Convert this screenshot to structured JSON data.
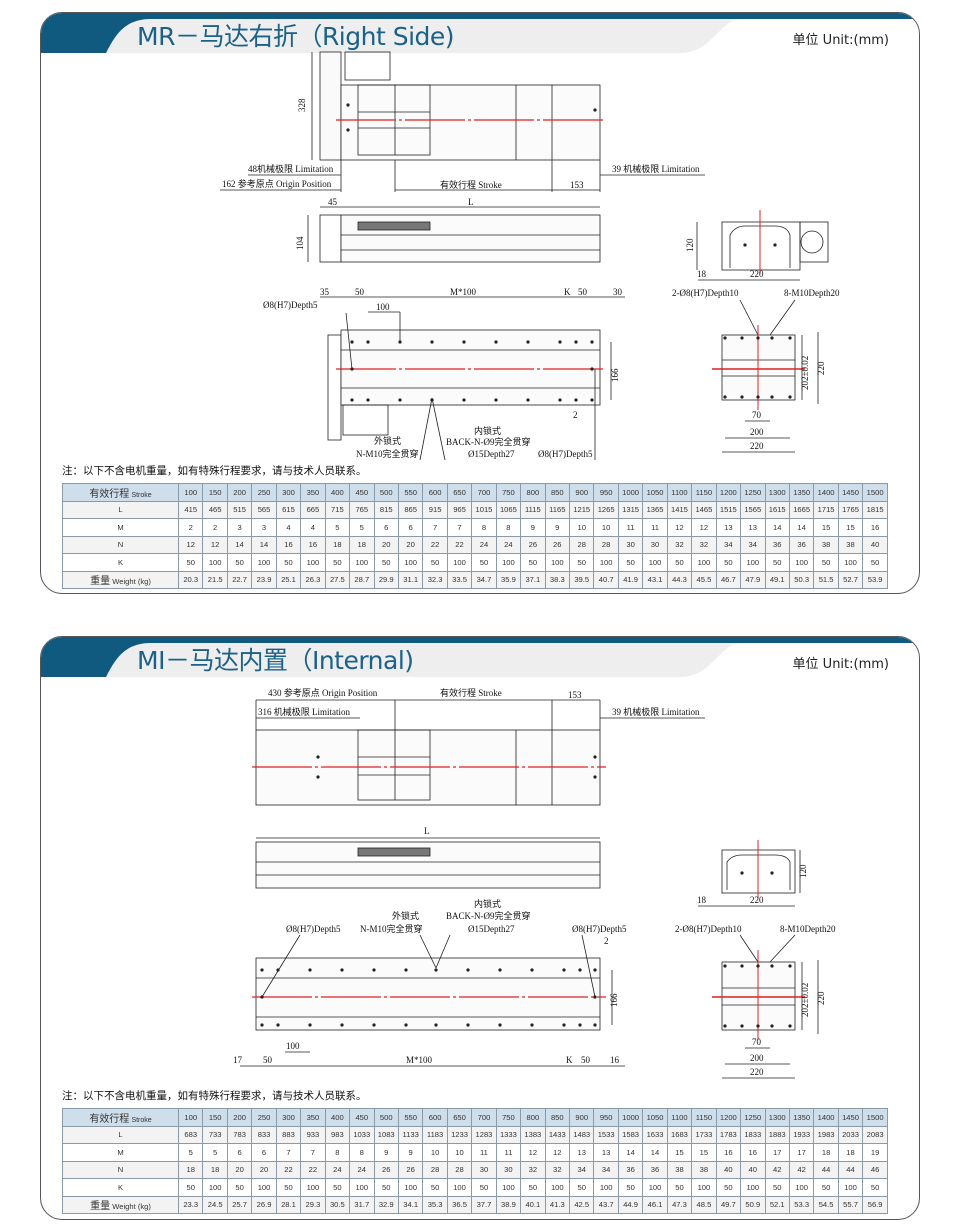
{
  "sections": [
    {
      "title": "MR－马达右折（Right Side)",
      "unit": "单位 Unit:(mm)",
      "labels": {
        "dim_328": "328",
        "limit_left": "48机械极限 Limitation",
        "origin": "162 参考原点 Origin Position",
        "stroke": "有效行程 Stroke",
        "dim_153": "153",
        "limit_right": "39 机械极限 Limitation",
        "dim_45": "45",
        "dim_L": "L",
        "dim_104": "104",
        "dim_35": "35",
        "dim_50a": "50",
        "dim_m100": "M*100",
        "dim_K": "K",
        "dim_50b": "50",
        "dim_30": "30",
        "dim_100": "100",
        "pin_left": "Ø8(H7)Depth5",
        "dim_166": "166",
        "dim_2": "2",
        "outer_lock": "外锁式",
        "outer_lock_spec": "N-M10完全贯穿",
        "inner_lock": "内锁式",
        "inner_lock_spec": "BACK-N-Ø9完全贯穿",
        "counterbore": "Ø15Depth27",
        "pin_right": "Ø8(H7)Depth5",
        "end_120": "120",
        "end_18": "18",
        "end_220": "220",
        "pin_holes": "2-Ø8(H7)Depth10",
        "tap_holes": "8-M10Depth20",
        "v_202": "202±0.02",
        "v_220": "220",
        "b_70": "70",
        "b_200": "200",
        "b_220": "220"
      },
      "note": "注：以下不含电机重量，如有特殊行程要求，请与技术人员联系。",
      "table": {
        "header_cn": "有效行程",
        "header_en": "Stroke",
        "strokes": [
          "100",
          "150",
          "200",
          "250",
          "300",
          "350",
          "400",
          "450",
          "500",
          "550",
          "600",
          "650",
          "700",
          "750",
          "800",
          "850",
          "900",
          "950",
          "1000",
          "1050",
          "1100",
          "1150",
          "1200",
          "1250",
          "1300",
          "1350",
          "1400",
          "1450",
          "1500"
        ],
        "rows": [
          {
            "label": "L",
            "values": [
              "415",
              "465",
              "515",
              "565",
              "615",
              "665",
              "715",
              "765",
              "815",
              "865",
              "915",
              "965",
              "1015",
              "1065",
              "1115",
              "1165",
              "1215",
              "1265",
              "1315",
              "1365",
              "1415",
              "1465",
              "1515",
              "1565",
              "1615",
              "1665",
              "1715",
              "1765",
              "1815"
            ]
          },
          {
            "label": "M",
            "values": [
              "2",
              "2",
              "3",
              "3",
              "4",
              "4",
              "5",
              "5",
              "6",
              "6",
              "7",
              "7",
              "8",
              "8",
              "9",
              "9",
              "10",
              "10",
              "11",
              "11",
              "12",
              "12",
              "13",
              "13",
              "14",
              "14",
              "15",
              "15",
              "16"
            ]
          },
          {
            "label": "N",
            "values": [
              "12",
              "12",
              "14",
              "14",
              "16",
              "16",
              "18",
              "18",
              "20",
              "20",
              "22",
              "22",
              "24",
              "24",
              "26",
              "26",
              "28",
              "28",
              "30",
              "30",
              "32",
              "32",
              "34",
              "34",
              "36",
              "36",
              "38",
              "38",
              "40"
            ]
          },
          {
            "label": "K",
            "values": [
              "50",
              "100",
              "50",
              "100",
              "50",
              "100",
              "50",
              "100",
              "50",
              "100",
              "50",
              "100",
              "50",
              "100",
              "50",
              "100",
              "50",
              "100",
              "50",
              "100",
              "50",
              "100",
              "50",
              "100",
              "50",
              "100",
              "50",
              "100",
              "50"
            ]
          },
          {
            "label_cn": "重量",
            "label": "Weight  (kg)",
            "values": [
              "20.3",
              "21.5",
              "22.7",
              "23.9",
              "25.1",
              "26.3",
              "27.5",
              "28.7",
              "29.9",
              "31.1",
              "32.3",
              "33.5",
              "34.7",
              "35.9",
              "37.1",
              "38.3",
              "39.5",
              "40.7",
              "41.9",
              "43.1",
              "44.3",
              "45.5",
              "46.7",
              "47.9",
              "49.1",
              "50.3",
              "51.5",
              "52.7",
              "53.9"
            ]
          }
        ]
      }
    },
    {
      "title": "MI－马达内置（Internal)",
      "unit": "单位 Unit:(mm)",
      "labels": {
        "origin": "430 参考原点 Origin Position",
        "stroke": "有效行程 Stroke",
        "dim_153": "153",
        "limit_left": "316 机械极限 Limitation",
        "limit_right": "39 机械极限 Limitation",
        "dim_L": "L",
        "end_120": "120",
        "end_18": "18",
        "end_220": "220",
        "outer_lock": "外锁式",
        "outer_lock_spec": "N-M10完全贯穿",
        "inner_lock": "内锁式",
        "inner_lock_spec": "BACK-N-Ø9完全贯穿",
        "counterbore": "Ø15Depth27",
        "pin_left": "Ø8(H7)Depth5",
        "pin_right": "Ø8(H7)Depth5",
        "dim_2": "2",
        "dim_166": "166",
        "dim_17": "17",
        "dim_50a": "50",
        "dim_100": "100",
        "dim_m100": "M*100",
        "dim_K": "K",
        "dim_50b": "50",
        "dim_16": "16",
        "pin_holes": "2-Ø8(H7)Depth10",
        "tap_holes": "8-M10Depth20",
        "v_202": "202±0.02",
        "v_220": "220",
        "b_70": "70",
        "b_200": "200",
        "b_220": "220"
      },
      "note": "注：以下不含电机重量，如有特殊行程要求，请与技术人员联系。",
      "table": {
        "header_cn": "有效行程",
        "header_en": "Stroke",
        "strokes": [
          "100",
          "150",
          "200",
          "250",
          "300",
          "350",
          "400",
          "450",
          "500",
          "550",
          "600",
          "650",
          "700",
          "750",
          "800",
          "850",
          "900",
          "950",
          "1000",
          "1050",
          "1100",
          "1150",
          "1200",
          "1250",
          "1300",
          "1350",
          "1400",
          "1450",
          "1500"
        ],
        "rows": [
          {
            "label": "L",
            "values": [
              "683",
              "733",
              "783",
              "833",
              "883",
              "933",
              "983",
              "1033",
              "1083",
              "1133",
              "1183",
              "1233",
              "1283",
              "1333",
              "1383",
              "1433",
              "1483",
              "1533",
              "1583",
              "1633",
              "1683",
              "1733",
              "1783",
              "1833",
              "1883",
              "1933",
              "1983",
              "2033",
              "2083"
            ]
          },
          {
            "label": "M",
            "values": [
              "5",
              "5",
              "6",
              "6",
              "7",
              "7",
              "8",
              "8",
              "9",
              "9",
              "10",
              "10",
              "11",
              "11",
              "12",
              "12",
              "13",
              "13",
              "14",
              "14",
              "15",
              "15",
              "16",
              "16",
              "17",
              "17",
              "18",
              "18",
              "19"
            ]
          },
          {
            "label": "N",
            "values": [
              "18",
              "18",
              "20",
              "20",
              "22",
              "22",
              "24",
              "24",
              "26",
              "26",
              "28",
              "28",
              "30",
              "30",
              "32",
              "32",
              "34",
              "34",
              "36",
              "36",
              "38",
              "38",
              "40",
              "40",
              "42",
              "42",
              "44",
              "44",
              "46"
            ]
          },
          {
            "label": "K",
            "values": [
              "50",
              "100",
              "50",
              "100",
              "50",
              "100",
              "50",
              "100",
              "50",
              "100",
              "50",
              "100",
              "50",
              "100",
              "50",
              "100",
              "50",
              "100",
              "50",
              "100",
              "50",
              "100",
              "50",
              "100",
              "50",
              "100",
              "50",
              "100",
              "50"
            ]
          },
          {
            "label_cn": "重量",
            "label": "Weight  (kg)",
            "values": [
              "23.3",
              "24.5",
              "25.7",
              "26.9",
              "28.1",
              "29.3",
              "30.5",
              "31.7",
              "32.9",
              "34.1",
              "35.3",
              "36.5",
              "37.7",
              "38.9",
              "40.1",
              "41.3",
              "42.5",
              "43.7",
              "44.9",
              "46.1",
              "47.3",
              "48.5",
              "49.7",
              "50.9",
              "52.1",
              "53.3",
              "54.5",
              "55.7",
              "56.9"
            ]
          }
        ]
      }
    }
  ],
  "colors": {
    "brand": "#0f5a7e",
    "title": "#1b6189",
    "centerline": "#e02020",
    "table_header": "#cfdeeb"
  }
}
